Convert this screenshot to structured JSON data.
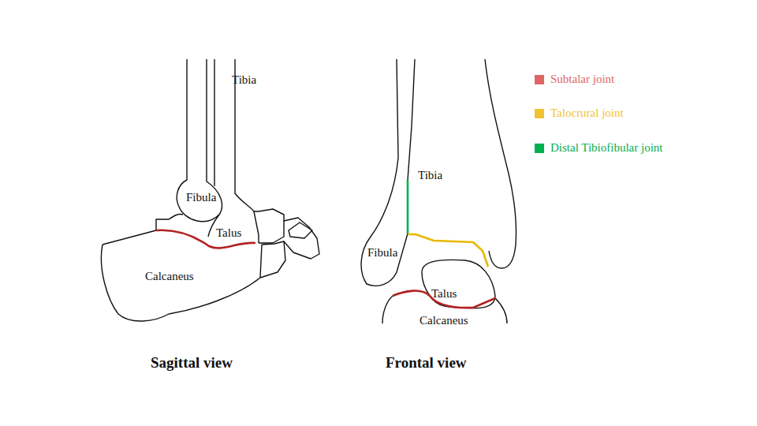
{
  "diagram": {
    "labels": [
      "Tibia",
      "Fibula",
      "Talus",
      "Calcaneus",
      "Tibia",
      "Fibula",
      "Talus",
      "Calcaneus",
      "Sagittal view",
      "Frontal view"
    ],
    "legend": [
      {
        "text": "Subtalar joint",
        "color": "#e06666"
      },
      {
        "text": "Talocrural joint",
        "color": "#f1c232"
      },
      {
        "text": "Distal Tibiofibular joint",
        "color": "#00b050"
      }
    ]
  }
}
